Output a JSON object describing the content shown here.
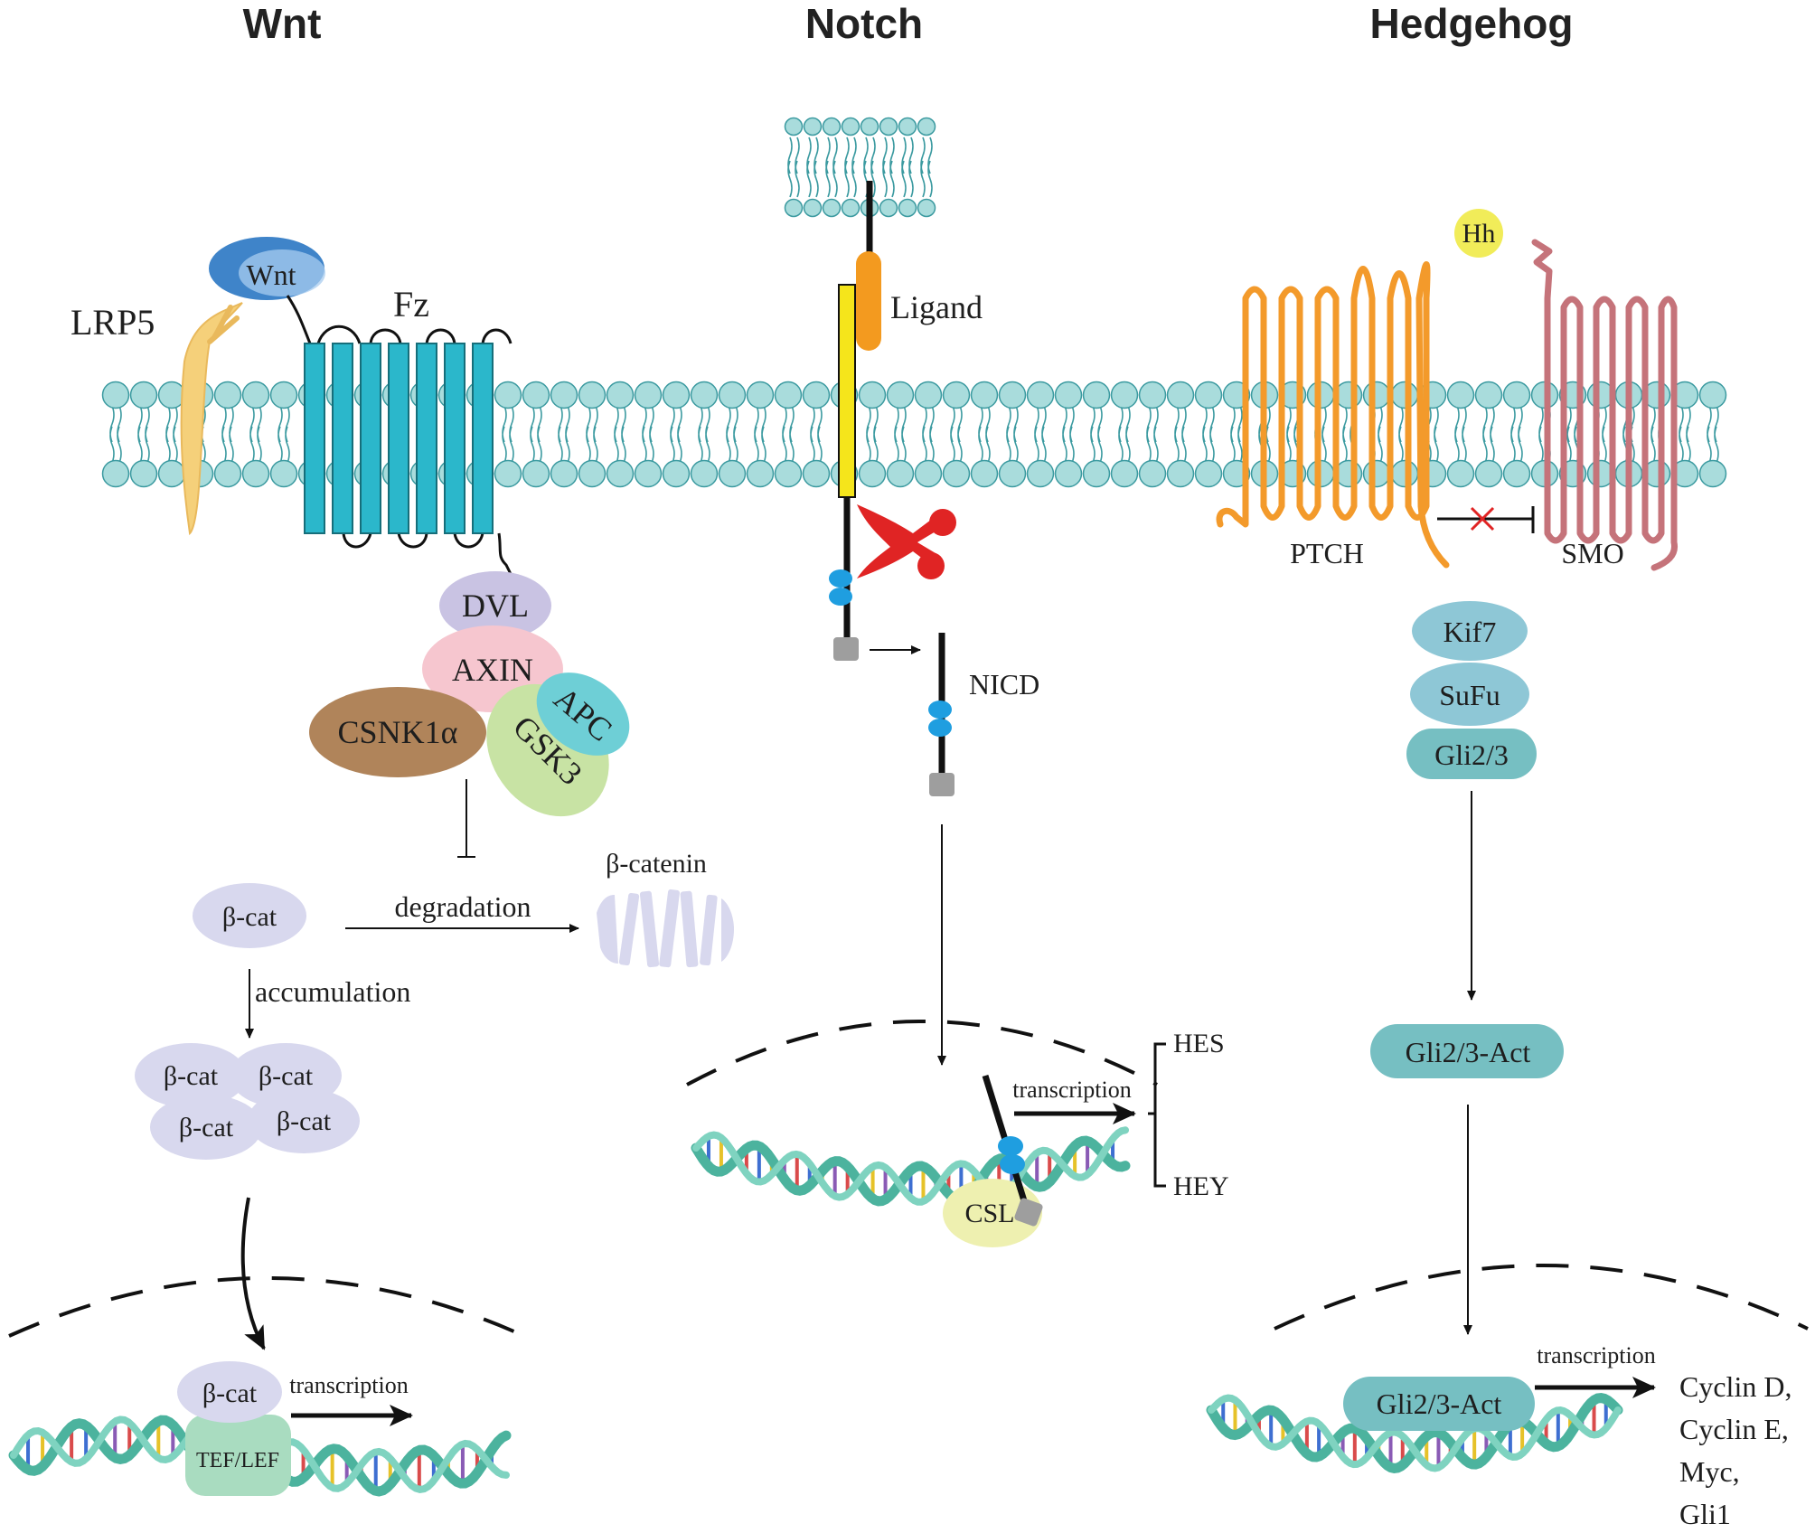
{
  "titles": {
    "wnt": "Wnt",
    "notch": "Notch",
    "hedgehog": "Hedgehog"
  },
  "wnt": {
    "lrp5": "LRP5",
    "wnt_ligand": "Wnt",
    "fz": "Fz",
    "dvl": "DVL",
    "axin": "AXIN",
    "csnk": "CSNK1α",
    "apc": "APC",
    "gsk3": "GSK3",
    "beta_cat_single": "β-cat",
    "degradation": "degradation",
    "beta_catenin_degraded": "β-catenin",
    "accumulation": "accumulation",
    "beta_cat_cluster": [
      "β-cat",
      "β-cat",
      "β-cat",
      "β-cat"
    ],
    "nuclear_beta_cat": "β-cat",
    "tef_lef": "TEF/LEF",
    "transcription": "transcription"
  },
  "notch": {
    "ligand": "Ligand",
    "nicd": "NICD",
    "transcription": "transcription",
    "csl": "CSL",
    "targets": [
      "HES",
      "HEY"
    ]
  },
  "hedgehog": {
    "hh": "Hh",
    "ptch": "PTCH",
    "smo": "SMO",
    "complex": [
      "Kif7",
      "SuFu",
      "Gli2/3"
    ],
    "gli_act": "Gli2/3-Act",
    "gli_act_nuclear": "Gli2/3-Act",
    "transcription": "transcription",
    "targets": [
      "Cyclin D,",
      "Cyclin E,",
      "Myc,",
      "Gli1"
    ]
  },
  "colors": {
    "membrane_head": "#a9dcdc",
    "membrane_tail": "#3b9aa0",
    "fz_receptor": "#2bb7cb",
    "lrp5": "#f5d07a",
    "wnt_ligand": "#3f84c9",
    "dvl": "#c9c3e3",
    "axin": "#f6c6cf",
    "csnk": "#b0845a",
    "apc": "#6ecfd6",
    "gsk3": "#c8e3a4",
    "beta_cat": "#d8d8ee",
    "tef_lef": "#a9dcc0",
    "notch_yellow": "#f5e51b",
    "notch_orange": "#f39a1f",
    "scissor": "#e02424",
    "nicd_blue": "#1f9ee0",
    "csl": "#eef0b0",
    "ptch": "#f39a2b",
    "smo": "#c5737a",
    "hh": "#f1ec59",
    "hh_protein": "#8ec7d6",
    "gli": "#76bfc2",
    "dna": "#4cb39e"
  }
}
